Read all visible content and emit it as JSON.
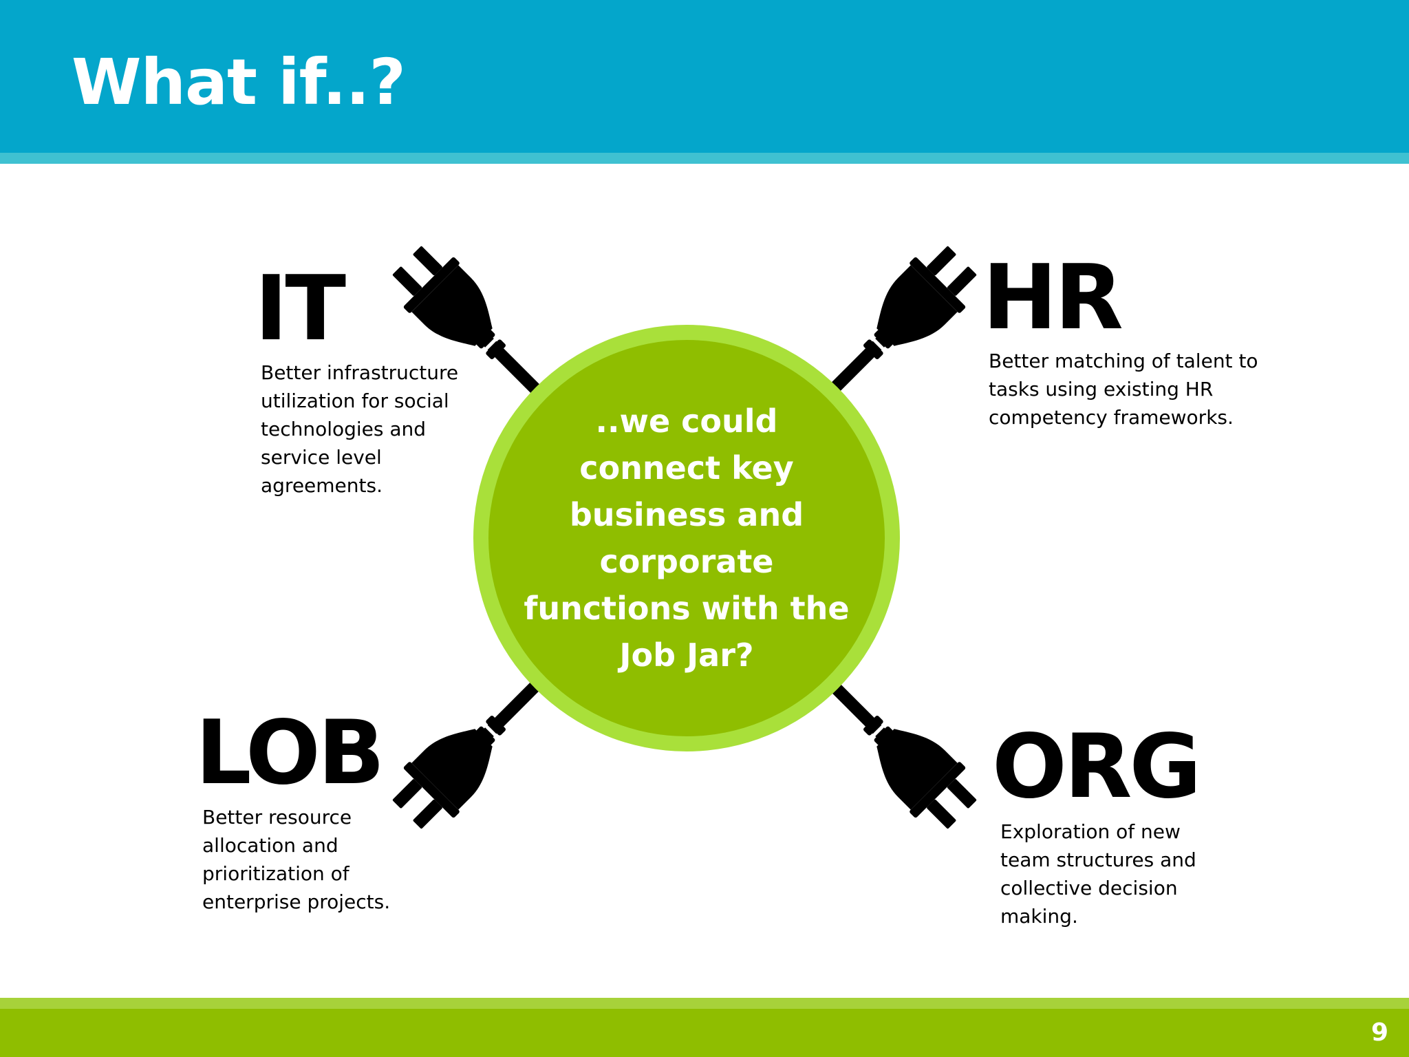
{
  "slide": {
    "title": "What if..?",
    "page_number": "9"
  },
  "center": {
    "text": "..we could connect key business and corporate functions with the Job Jar?"
  },
  "quadrants": {
    "it": {
      "heading": "IT",
      "description": "Better infrastructure utilization for social technologies and service level agreements."
    },
    "hr": {
      "heading": "HR",
      "description": "Better matching of talent to tasks using existing HR competency frameworks."
    },
    "lob": {
      "heading": "LOB",
      "description": "Better resource allocation and prioritization of enterprise projects."
    },
    "org": {
      "heading": "ORG",
      "description": "Exploration of new team structures and collective decision making."
    }
  },
  "colors": {
    "header": "#04a6cb",
    "header_stripe": "#3fc1d1",
    "circle_outer": "#a9e03a",
    "circle_inner": "#8fbe00",
    "footer": "#8fbe00",
    "footer_stripe": "#a7d23a",
    "plug": "#000000"
  },
  "icons": {
    "connector": "plug-icon"
  }
}
